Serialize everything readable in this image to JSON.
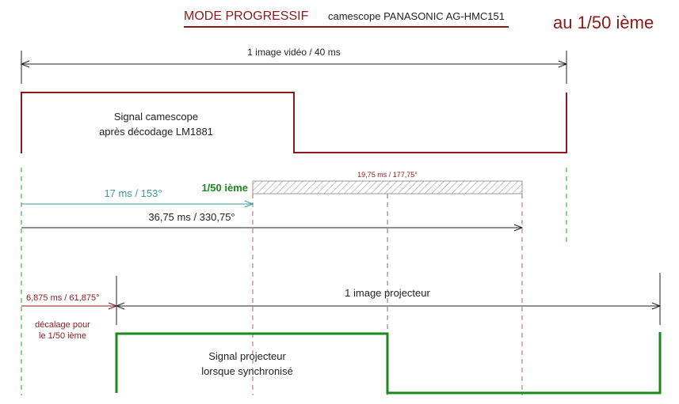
{
  "header": {
    "mode": "MODE PROGRESSIF",
    "camera": "camescope PANASONIC AG-HMC151",
    "shutter": "au 1/50 ième"
  },
  "labels": {
    "video_frame": "1 image vidéo / 40 ms",
    "camera_signal_line1": "Signal camescope",
    "camera_signal_line2": "après décodage LM1881",
    "shutter_tag": "1/50 ième",
    "exposure_duration": "19,75 ms / 177,75°",
    "shutter_start": "17 ms / 153°",
    "shutter_end": "36,75 ms / 330,75°",
    "offset": "6,875 ms / 61,875°",
    "offset_note_line1": "décalage pour",
    "offset_note_line2": "le 1/50 ième",
    "projector_frame": "1 image projecteur",
    "projector_signal_line1": "Signal projecteur",
    "projector_signal_line2": "lorsque synchronisé"
  },
  "colors": {
    "dark_red": "#8b1a1a",
    "teal": "#3a9a9a",
    "green": "#1a8a1a",
    "black": "#222222",
    "dash_red": "#b06060",
    "dash_green": "#2aa02a",
    "dash_gray": "#777777",
    "hatch": "#999999"
  }
}
